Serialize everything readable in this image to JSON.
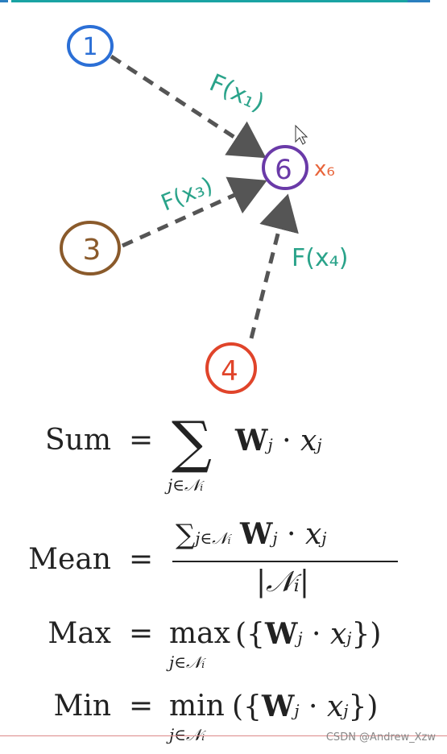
{
  "nodes": {
    "n1": {
      "label": "1",
      "color": "#2b6fd6"
    },
    "n3": {
      "label": "3",
      "color": "#8a5a2b"
    },
    "n4": {
      "label": "4",
      "color": "#e0442a"
    },
    "n6": {
      "label": "6",
      "color": "#6a3aa8"
    }
  },
  "edge_labels": {
    "f1": "F(x₁)",
    "f3": "F(x₃)",
    "f4": "F(x₄)",
    "x6": "x₆"
  },
  "colors": {
    "edge": "#555555",
    "label": "#2aa38a",
    "x6": "#e8643a"
  },
  "formulas": {
    "sum": {
      "name": "Sum",
      "eq": "=",
      "W": "W",
      "j": "j",
      "dot": "·",
      "x": "x",
      "under": "j∈𝒩ᵢ"
    },
    "mean": {
      "name": "Mean",
      "eq": "=",
      "num_sum": "∑",
      "under": "j∈𝒩ᵢ",
      "W": "W",
      "j": "j",
      "dot": "·",
      "x": "x",
      "den": "|𝒩ᵢ|"
    },
    "max": {
      "name": "Max",
      "eq": "=",
      "op": "max",
      "under": "j∈𝒩ᵢ",
      "body": "({",
      "W": "W",
      "j": "j",
      "dot": "·",
      "x": "x",
      "close": "})"
    },
    "min": {
      "name": "Min",
      "eq": "=",
      "op": "min",
      "under": "j∈𝒩ᵢ",
      "body": "({",
      "W": "W",
      "j": "j",
      "dot": "·",
      "x": "x",
      "close": "})"
    }
  },
  "watermark": "CSDN @Andrew_Xzw"
}
